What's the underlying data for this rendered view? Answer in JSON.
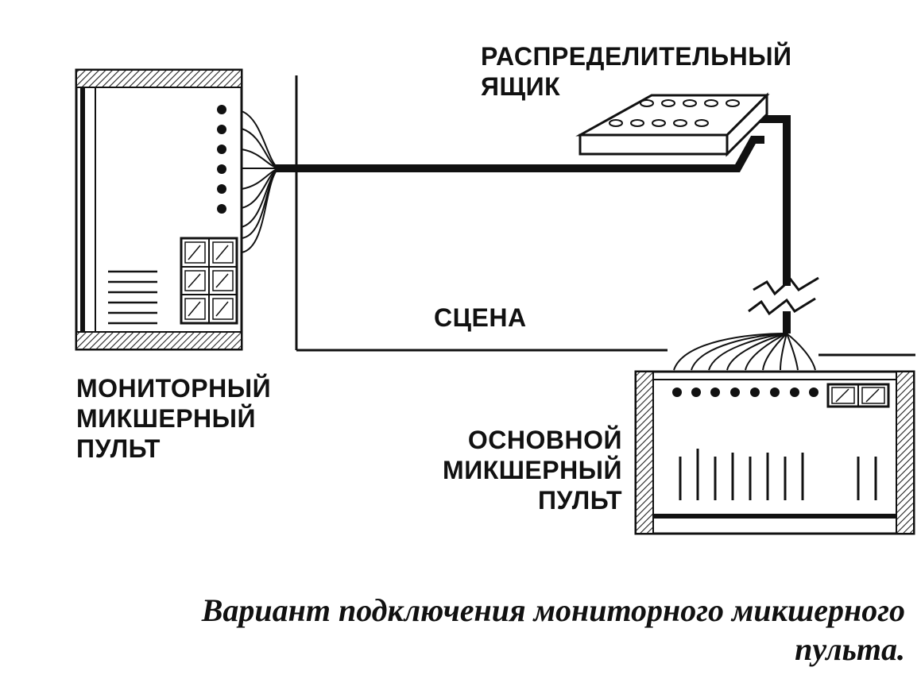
{
  "labels": {
    "distribution_box": [
      "РАСПРЕДЕЛИТЕЛЬНЫЙ",
      "ЯЩИК"
    ],
    "stage": "СЦЕНА",
    "monitor_console": [
      "МОНИТОРНЫЙ",
      "МИКШЕРНЫЙ",
      "ПУЛЬТ"
    ],
    "main_console": [
      "ОСНОВНОЙ",
      "МИКШЕРНЫЙ",
      "ПУЛЬТ"
    ]
  },
  "caption": [
    "Вариант подключения мониторного микшерного",
    "пульта."
  ],
  "colors": {
    "ink": "#111111",
    "paper": "#ffffff",
    "hatch": "#333333"
  }
}
